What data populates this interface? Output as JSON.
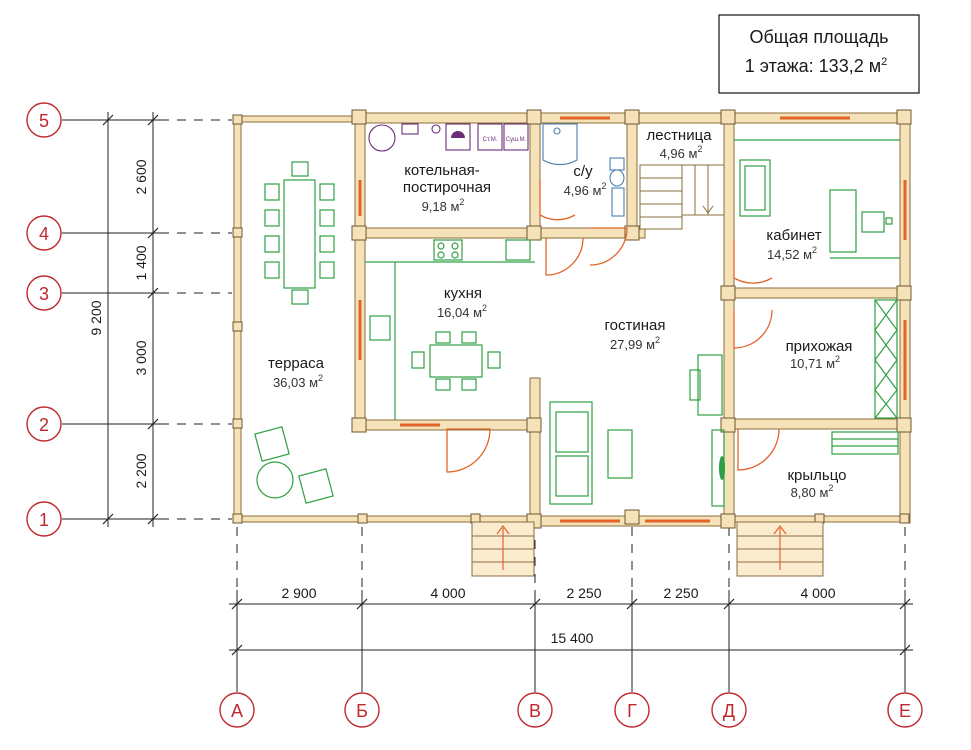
{
  "summary": {
    "line1": "Общая площадь",
    "line2": "1 этажа: 133,2 м",
    "line2_sup": "2"
  },
  "rooms": [
    {
      "key": "terrace",
      "name": "терраса",
      "area": "36,03 м"
    },
    {
      "key": "boiler",
      "name": "котельная-",
      "name2": "постирочная",
      "area": "9,18 м"
    },
    {
      "key": "bath",
      "name": "с/у",
      "area": "4,96 м"
    },
    {
      "key": "stairs",
      "name": "лестница",
      "area": "4,96 м"
    },
    {
      "key": "study",
      "name": "кабинет",
      "area": "14,52 м"
    },
    {
      "key": "kitchen",
      "name": "кухня",
      "area": "16,04 м"
    },
    {
      "key": "living",
      "name": "гостиная",
      "area": "27,99 м"
    },
    {
      "key": "hall",
      "name": "прихожая",
      "area": "10,71 м"
    },
    {
      "key": "porch",
      "name": "крыльцо",
      "area": "8,80 м"
    }
  ],
  "area_sup": "2",
  "appliance_labels": {
    "washer": "Ст.М.",
    "dryer": "Суш.М."
  },
  "axes_vertical": [
    "5",
    "4",
    "3",
    "2",
    "1"
  ],
  "axes_horizontal": [
    "А",
    "Б",
    "В",
    "Г",
    "Д",
    "Е"
  ],
  "dims_vertical": [
    "2 600",
    "1 400",
    "3 000",
    "2 200"
  ],
  "dims_vertical_total": "9 200",
  "dims_horizontal": [
    "2 900",
    "4 000",
    "2 250",
    "2 250",
    "4 000"
  ],
  "dims_horizontal_total": "15 400",
  "colors": {
    "axis": "#c0282d",
    "wall": "#f6e2b8",
    "window": "#e4642a",
    "furniture": "#2ea043",
    "plumbing": "#6a2d7a",
    "sanitary": "#4a7fb0"
  }
}
